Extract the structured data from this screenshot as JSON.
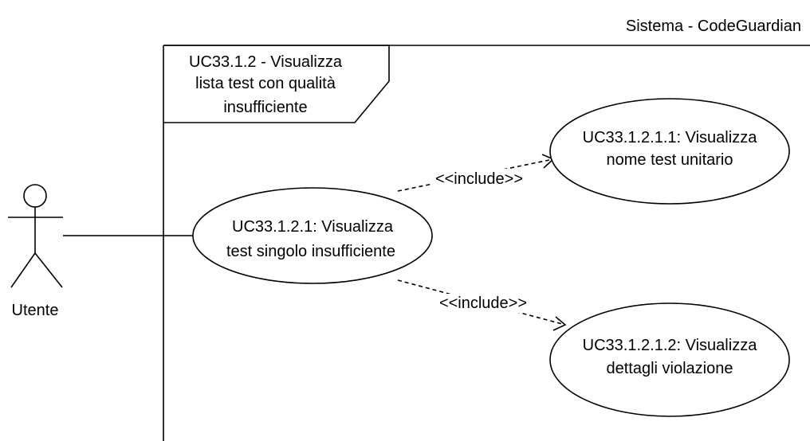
{
  "system": {
    "title": "Sistema - CodeGuardian"
  },
  "frame": {
    "title_lines": [
      "UC33.1.2 - Visualizza",
      "lista test con qualità",
      "insufficiente"
    ]
  },
  "actor": {
    "name": "Utente"
  },
  "use_cases": {
    "main": {
      "lines": [
        "UC33.1.2.1: Visualizza",
        "test singolo insufficiente"
      ]
    },
    "top": {
      "lines": [
        "UC33.1.2.1.1: Visualizza",
        "nome test unitario"
      ]
    },
    "bottom": {
      "lines": [
        "UC33.1.2.1.2: Visualizza",
        "dettagli violazione"
      ]
    }
  },
  "relations": {
    "include_top": "<<include>>",
    "include_bottom": "<<include>>"
  }
}
